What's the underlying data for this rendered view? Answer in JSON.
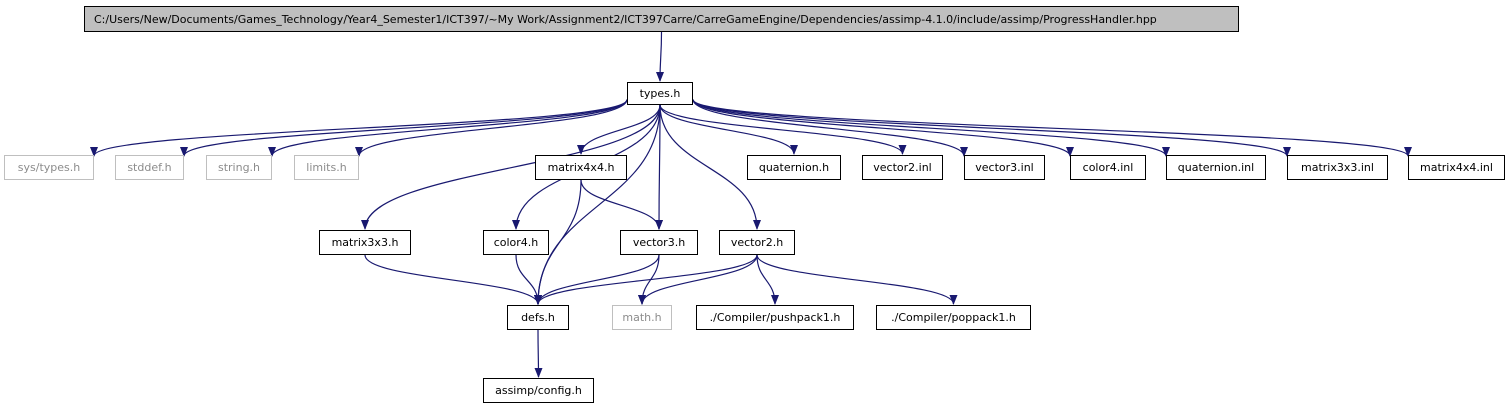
{
  "graph": {
    "colors": {
      "edge": "#191970",
      "root_fill": "#bfbfbf",
      "node_border": "#000000",
      "external_border": "#bfbfbf",
      "external_text": "#8c8c8c"
    },
    "nodes": [
      {
        "id": "root",
        "label": "C:/Users/New/Documents/Games_Technology/Year4_Semester1/ICT397/~My Work/Assignment2/ICT397Carre/CarreGameEngine/Dependencies/assimp-4.1.0/include/assimp/ProgressHandler.hpp",
        "kind": "root"
      },
      {
        "id": "types_h",
        "label": "types.h",
        "kind": "file"
      },
      {
        "id": "sys_types_h",
        "label": "sys/types.h",
        "kind": "external"
      },
      {
        "id": "stddef_h",
        "label": "stddef.h",
        "kind": "external"
      },
      {
        "id": "string_h",
        "label": "string.h",
        "kind": "external"
      },
      {
        "id": "limits_h",
        "label": "limits.h",
        "kind": "external"
      },
      {
        "id": "matrix4x4_h",
        "label": "matrix4x4.h",
        "kind": "file"
      },
      {
        "id": "quaternion_h",
        "label": "quaternion.h",
        "kind": "file"
      },
      {
        "id": "vector2_inl",
        "label": "vector2.inl",
        "kind": "file"
      },
      {
        "id": "vector3_inl",
        "label": "vector3.inl",
        "kind": "file"
      },
      {
        "id": "color4_inl",
        "label": "color4.inl",
        "kind": "file"
      },
      {
        "id": "quaternion_inl",
        "label": "quaternion.inl",
        "kind": "file"
      },
      {
        "id": "matrix3x3_inl",
        "label": "matrix3x3.inl",
        "kind": "file"
      },
      {
        "id": "matrix4x4_inl",
        "label": "matrix4x4.inl",
        "kind": "file"
      },
      {
        "id": "matrix3x3_h",
        "label": "matrix3x3.h",
        "kind": "file"
      },
      {
        "id": "color4_h",
        "label": "color4.h",
        "kind": "file"
      },
      {
        "id": "vector3_h",
        "label": "vector3.h",
        "kind": "file"
      },
      {
        "id": "vector2_h",
        "label": "vector2.h",
        "kind": "file"
      },
      {
        "id": "defs_h",
        "label": "defs.h",
        "kind": "file"
      },
      {
        "id": "math_h",
        "label": "math.h",
        "kind": "external"
      },
      {
        "id": "pushpack1_h",
        "label": "./Compiler/pushpack1.h",
        "kind": "file"
      },
      {
        "id": "poppack1_h",
        "label": "./Compiler/poppack1.h",
        "kind": "file"
      },
      {
        "id": "config_h",
        "label": "assimp/config.h",
        "kind": "file"
      }
    ],
    "edges": [
      {
        "from": "root",
        "to": "types_h"
      },
      {
        "from": "types_h",
        "to": "sys_types_h"
      },
      {
        "from": "types_h",
        "to": "stddef_h"
      },
      {
        "from": "types_h",
        "to": "string_h"
      },
      {
        "from": "types_h",
        "to": "limits_h"
      },
      {
        "from": "types_h",
        "to": "matrix3x3_h"
      },
      {
        "from": "types_h",
        "to": "defs_h"
      },
      {
        "from": "types_h",
        "to": "color4_h"
      },
      {
        "from": "types_h",
        "to": "matrix4x4_h"
      },
      {
        "from": "types_h",
        "to": "vector3_h"
      },
      {
        "from": "types_h",
        "to": "vector2_h"
      },
      {
        "from": "types_h",
        "to": "quaternion_h"
      },
      {
        "from": "types_h",
        "to": "vector2_inl"
      },
      {
        "from": "types_h",
        "to": "vector3_inl"
      },
      {
        "from": "types_h",
        "to": "color4_inl"
      },
      {
        "from": "types_h",
        "to": "quaternion_inl"
      },
      {
        "from": "types_h",
        "to": "matrix3x3_inl"
      },
      {
        "from": "types_h",
        "to": "matrix4x4_inl"
      },
      {
        "from": "matrix4x4_h",
        "to": "vector3_h"
      },
      {
        "from": "matrix4x4_h",
        "to": "defs_h"
      },
      {
        "from": "matrix3x3_h",
        "to": "defs_h"
      },
      {
        "from": "color4_h",
        "to": "defs_h"
      },
      {
        "from": "vector3_h",
        "to": "defs_h"
      },
      {
        "from": "vector3_h",
        "to": "math_h"
      },
      {
        "from": "vector2_h",
        "to": "defs_h"
      },
      {
        "from": "vector2_h",
        "to": "math_h"
      },
      {
        "from": "vector2_h",
        "to": "pushpack1_h"
      },
      {
        "from": "vector2_h",
        "to": "poppack1_h"
      },
      {
        "from": "defs_h",
        "to": "config_h"
      }
    ]
  }
}
